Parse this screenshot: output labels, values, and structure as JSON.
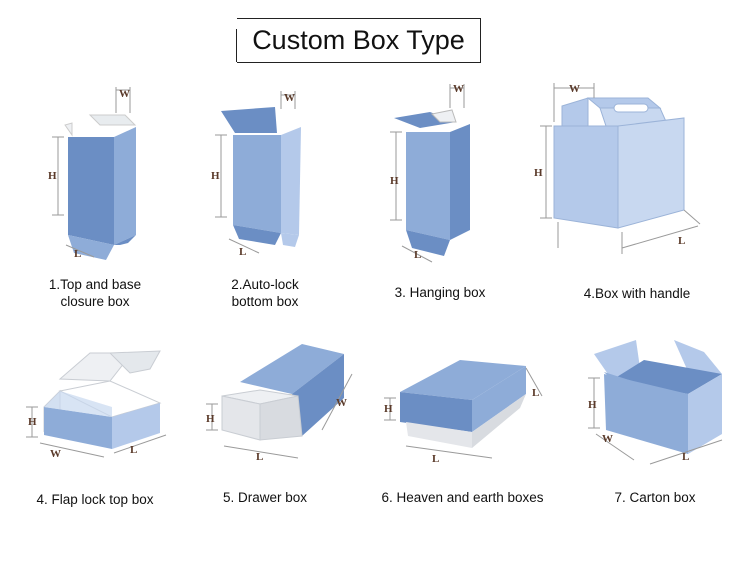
{
  "title": "Custom Box Type",
  "colors": {
    "face_dark": "#6b8ec4",
    "face_mid": "#8eacd8",
    "face_light": "#b4c9ea",
    "face_white": "#eef0f3",
    "dim_text": "#5a3a2a",
    "dim_line": "#9a9a9a"
  },
  "boxes": [
    {
      "label_line1": "1.Top and base",
      "label_line2": "closure box",
      "dims": {
        "h": "H",
        "w": "W",
        "l": "L"
      }
    },
    {
      "label_line1": "2.Auto-lock",
      "label_line2": "bottom box",
      "dims": {
        "h": "H",
        "w": "W",
        "l": "L"
      }
    },
    {
      "label_line1": "3. Hanging box",
      "label_line2": "",
      "dims": {
        "h": "H",
        "w": "W",
        "l": "L"
      }
    },
    {
      "label_line1": "4.Box with handle",
      "label_line2": "",
      "dims": {
        "h": "H",
        "w": "W",
        "l": "L"
      }
    },
    {
      "label_line1": "4. Flap lock top box",
      "label_line2": "",
      "dims": {
        "h": "H",
        "w": "W",
        "l": "L"
      }
    },
    {
      "label_line1": "5. Drawer box",
      "label_line2": "",
      "dims": {
        "h": "H",
        "w": "W",
        "l": "L"
      }
    },
    {
      "label_line1": "6. Heaven and earth boxes",
      "label_line2": "",
      "dims": {
        "h": "H",
        "w": "",
        "l": "L"
      }
    },
    {
      "label_line1": "7. Carton box",
      "label_line2": "",
      "dims": {
        "h": "H",
        "w": "W",
        "l": "L"
      }
    }
  ]
}
